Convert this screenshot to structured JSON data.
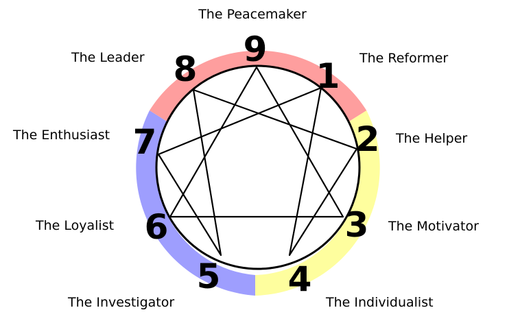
{
  "types": [
    {
      "number": "1",
      "name": "The Reformer"
    },
    {
      "number": "2",
      "name": "The Helper"
    },
    {
      "number": "3",
      "name": "The Motivator"
    },
    {
      "number": "4",
      "name": "The Individualist"
    },
    {
      "number": "5",
      "name": "The Investigator"
    },
    {
      "number": "6",
      "name": "The Loyalist"
    },
    {
      "number": "7",
      "name": "The Enthusiast"
    },
    {
      "number": "8",
      "name": "The Leader"
    },
    {
      "number": "9",
      "name": "The Peacemaker"
    }
  ],
  "colors": {
    "gut_triad": "#fe9e9e",
    "heart_triad": "#fefe9e",
    "head_triad": "#9e9efe",
    "line": "#000000",
    "inner_circle_fill": "#ffffff"
  }
}
